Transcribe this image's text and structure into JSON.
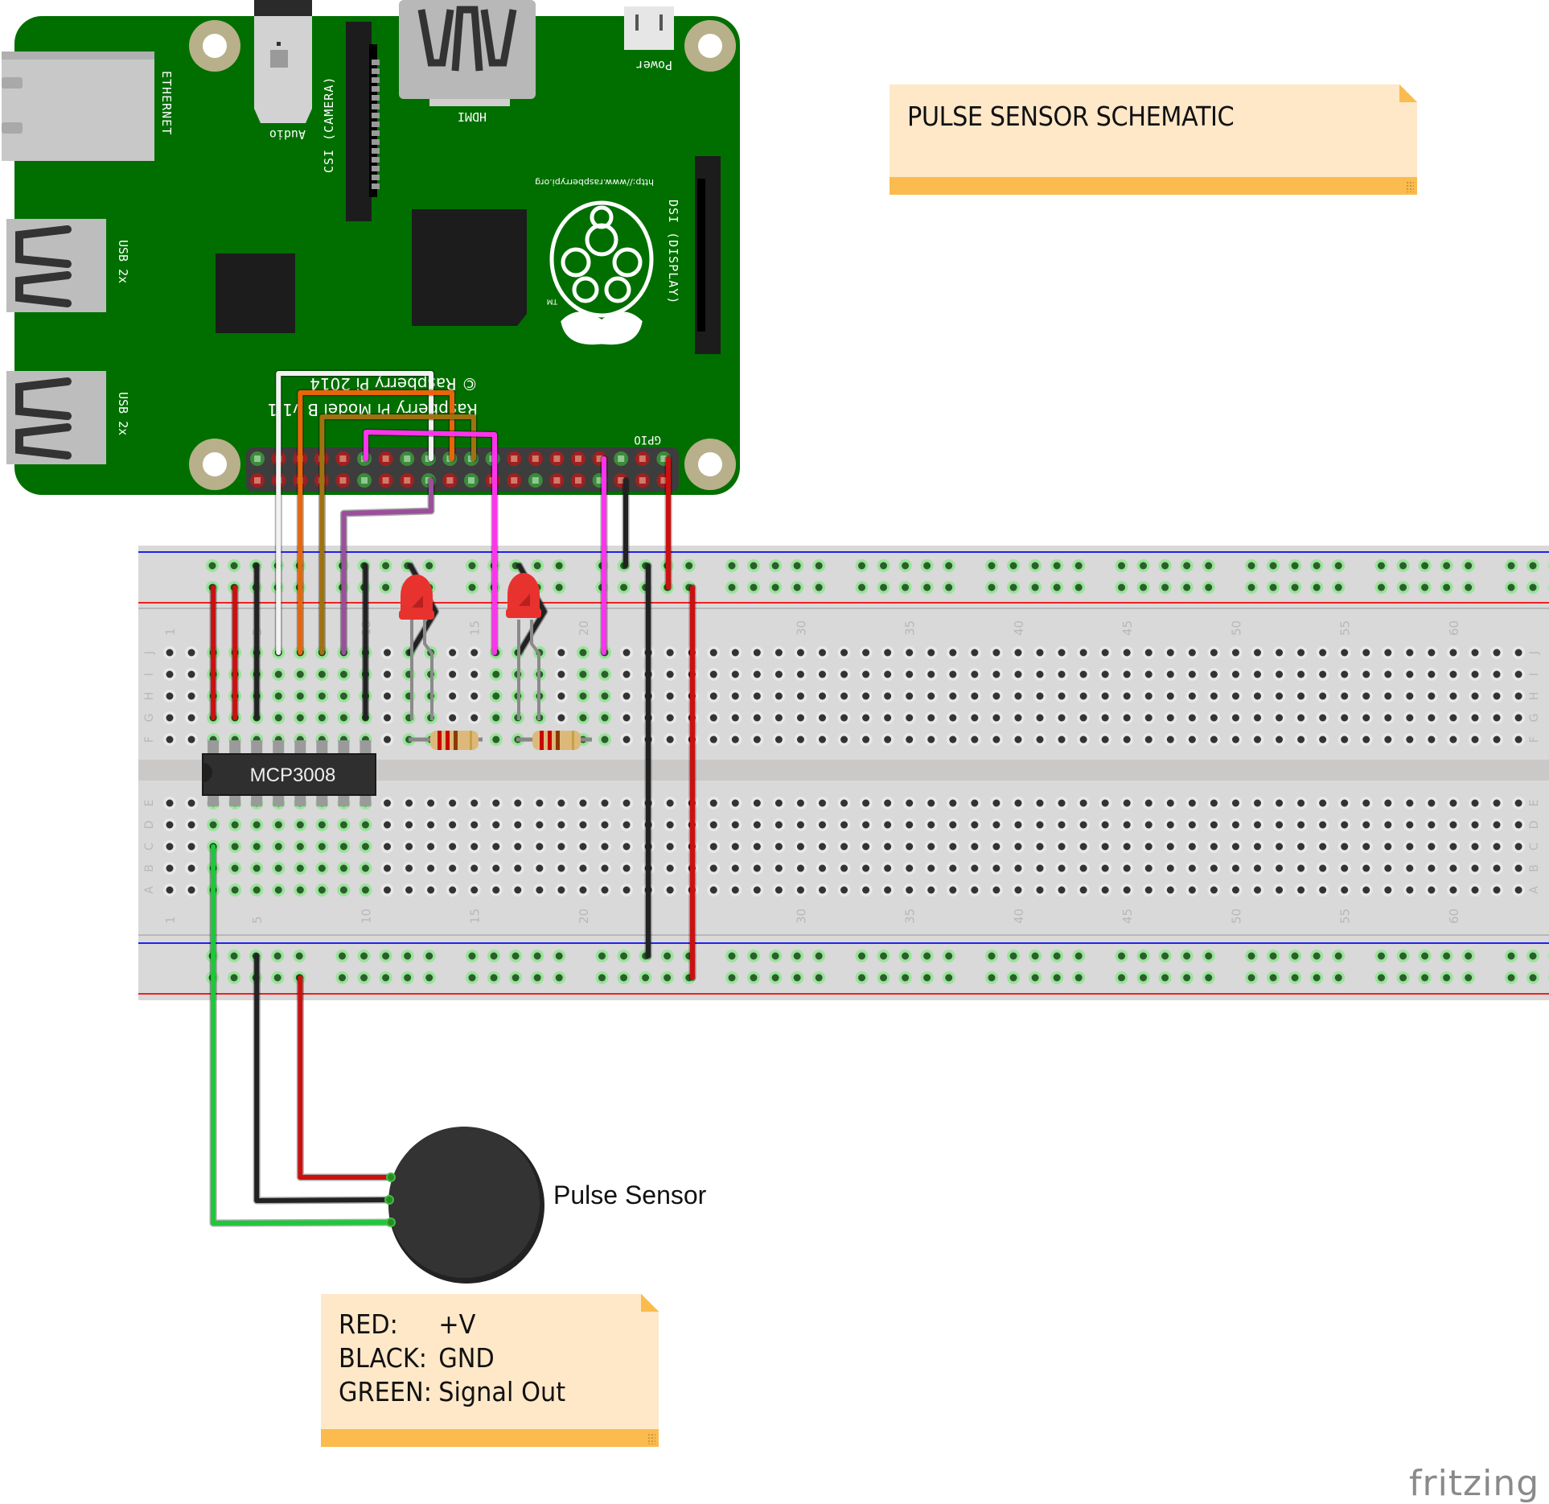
{
  "diagram": {
    "title_note": "PULSE SENSOR SCHEMATIC",
    "watermark": "fritzing",
    "raspberry_pi": {
      "labels": {
        "ethernet": "ETHERNET",
        "audio": "Audio",
        "csi": "CSI (CAMERA)",
        "hdmi": "HDMI",
        "power": "Power",
        "dsi": "DSI (DISPLAY)",
        "usb_top": "USB 2x",
        "usb_bottom": "USB 2x",
        "url": "http://www.raspberrypi.org",
        "copyright": "© Raspberry Pi 2014",
        "model": "Raspberry Pi Model B v1.1",
        "gpio": "GPIO",
        "trademark": "TM"
      },
      "colors": {
        "board": "#006f00",
        "mount_hole": "#b8b08a"
      }
    },
    "breadboard": {
      "column_labels": [
        "1",
        "5",
        "10",
        "15",
        "20",
        "30",
        "35",
        "40",
        "45",
        "50",
        "55",
        "60"
      ],
      "row_labels_top": [
        "J",
        "I",
        "H",
        "G",
        "F"
      ],
      "row_labels_bottom": [
        "E",
        "D",
        "C",
        "B",
        "A"
      ],
      "columns": 63
    },
    "components": {
      "adc_chip": "MCP3008",
      "sensor_label": "Pulse Sensor",
      "leds": 2,
      "resistors": 2
    },
    "wire_colors": {
      "red": "#cc1010",
      "black": "#222222",
      "white": "#f2f2f2",
      "orange": "#e8650a",
      "brown": "#a0720f",
      "purple": "#9b4f9b",
      "magenta": "#ff33ee",
      "green": "#1ec83a"
    },
    "legend": [
      {
        "key": "RED:",
        "value": "+V"
      },
      {
        "key": "BLACK:",
        "value": "GND"
      },
      {
        "key": "GREEN:",
        "value": "Signal Out"
      }
    ]
  }
}
